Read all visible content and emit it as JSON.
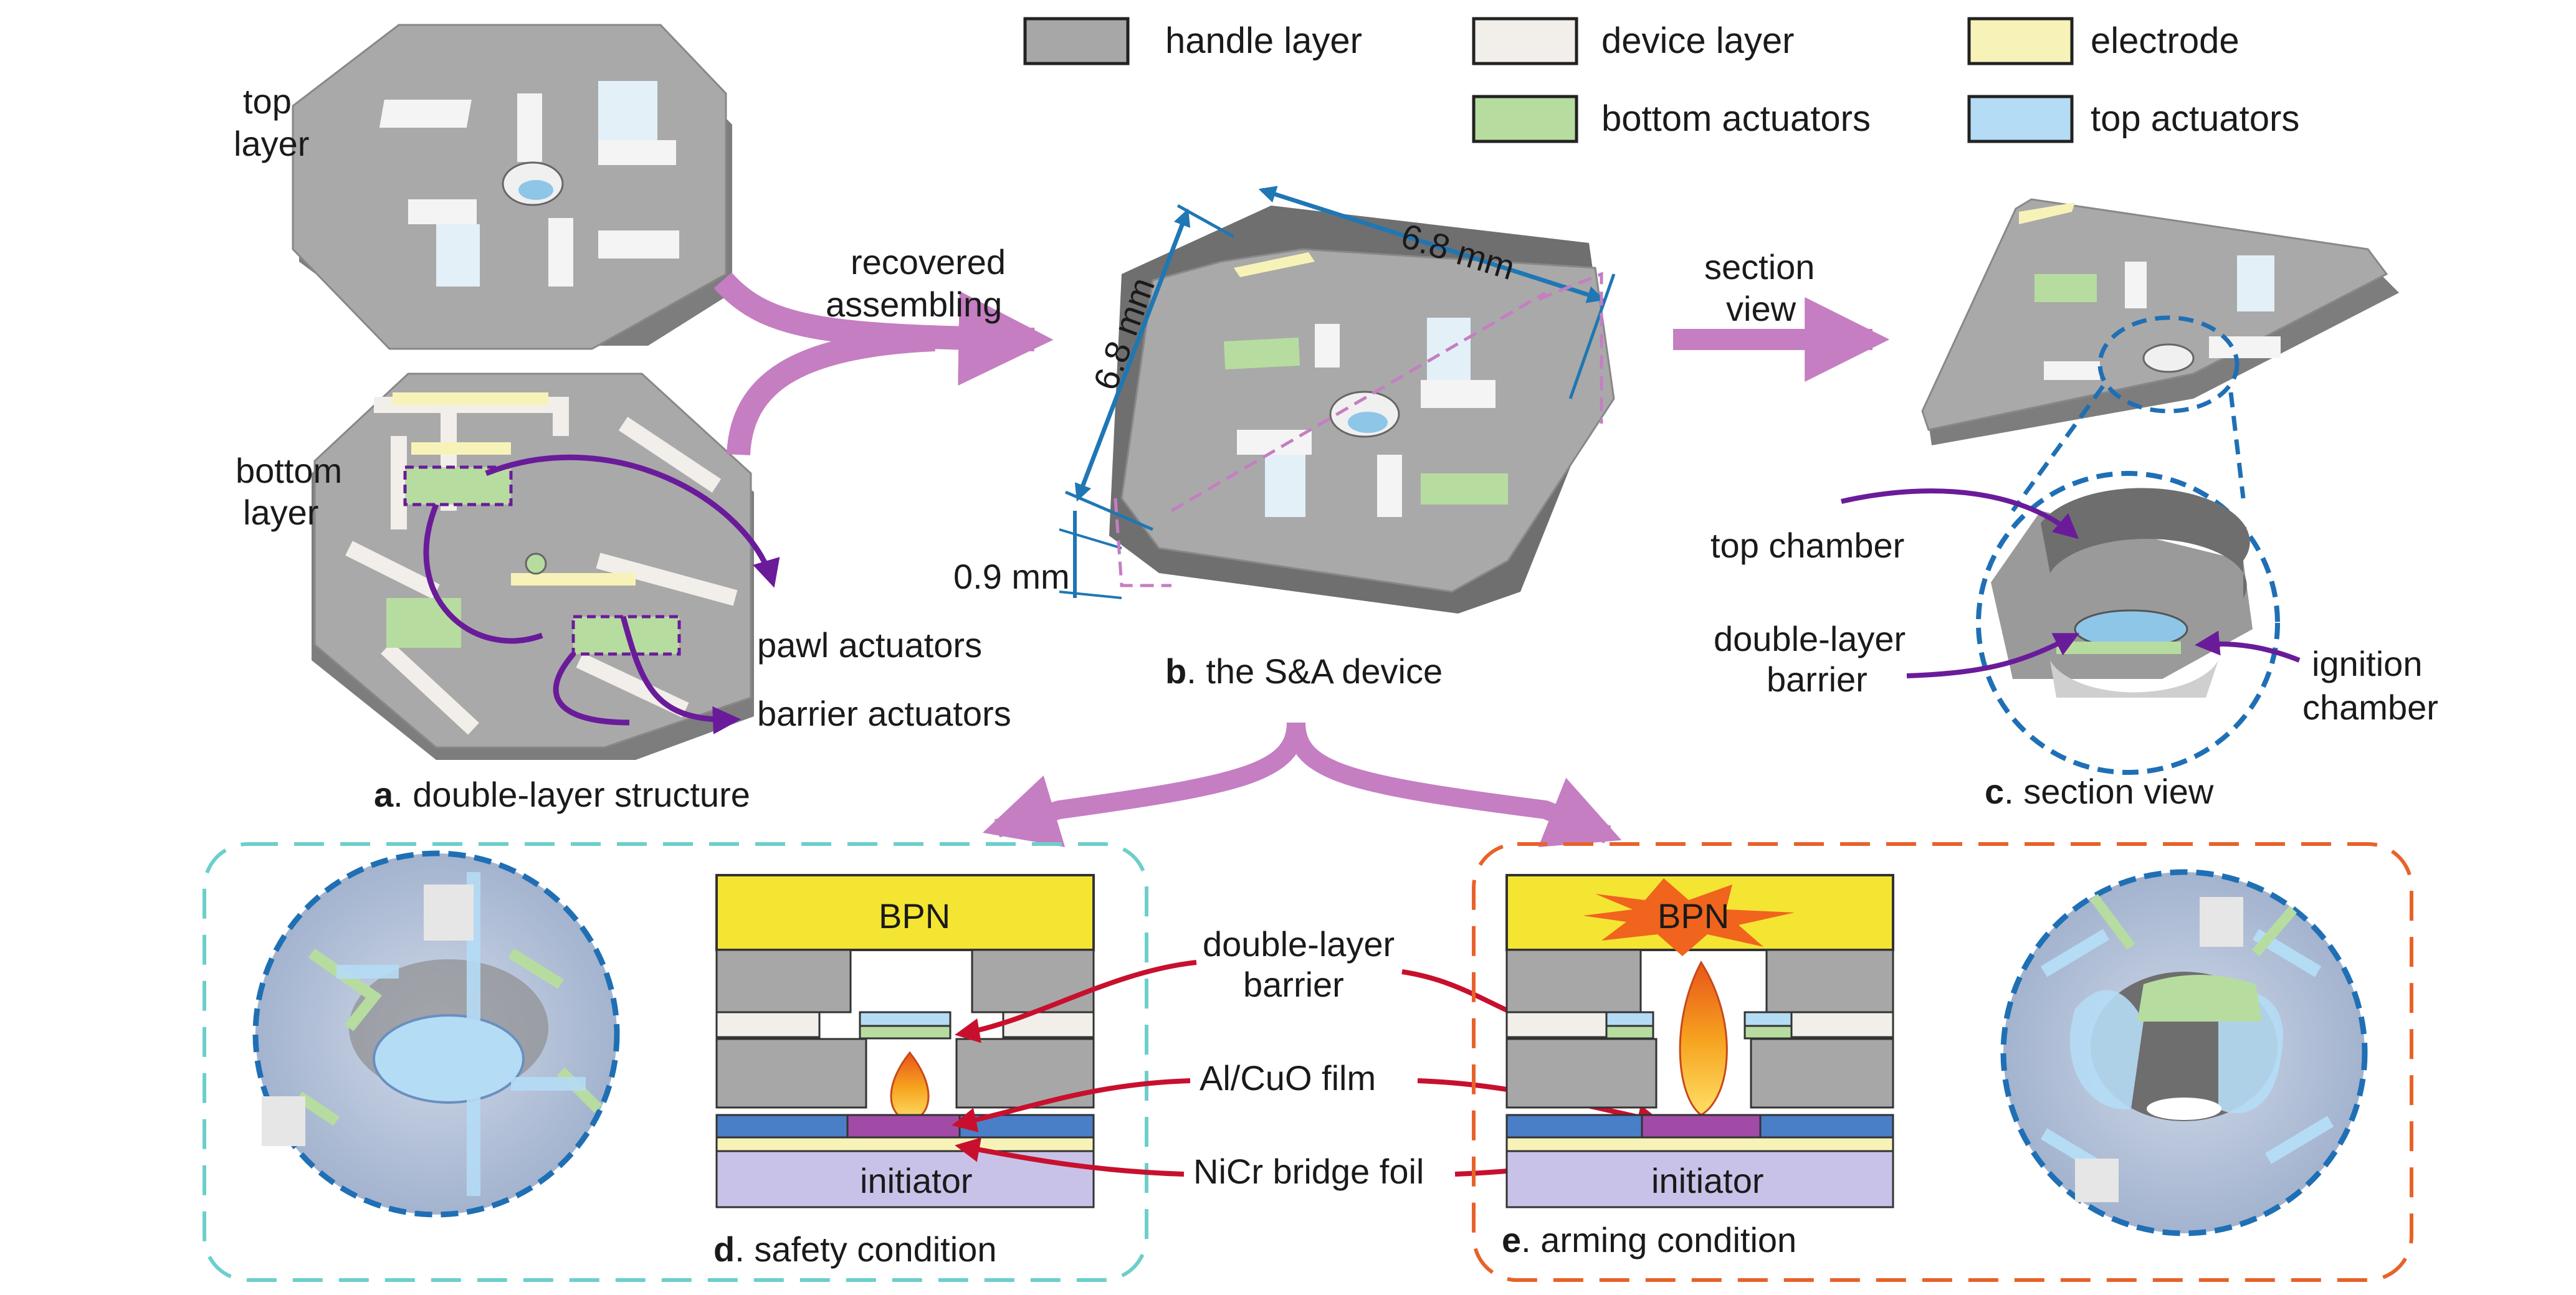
{
  "colors": {
    "handle": "#a7a7a7",
    "device": "#f2efea",
    "electrode": "#f7f3b8",
    "bottom_act": "#b7dca0",
    "top_act": "#b5dcf5",
    "purple_arrow": "#c57ec2",
    "dark_purple": "#6a1b9a",
    "blue_dim": "#1f77b4",
    "red_arrow": "#c8102e",
    "teal_box": "#6ccfcb",
    "orange_box": "#e8622a",
    "bpn": "#f4e533",
    "initiator": "#c9c2e8",
    "film_blue": "#4a7fc8",
    "film_magenta": "#a24ba6",
    "flame_yellow": "#ffd23f",
    "flame_orange": "#f08a1c",
    "burst": "#f0641e",
    "circle_dash": "#1f6fb5"
  },
  "legend": [
    {
      "label": "handle layer",
      "color_key": "handle"
    },
    {
      "label": "device layer",
      "color_key": "device"
    },
    {
      "label": "electrode",
      "color_key": "electrode"
    },
    {
      "label": "bottom actuators",
      "color_key": "bottom_act"
    },
    {
      "label": "top actuators",
      "color_key": "top_act"
    }
  ],
  "panel_a": {
    "top_label_1": "top",
    "top_label_2": "layer",
    "bottom_label_1": "bottom",
    "bottom_label_2": "layer",
    "pawl": "pawl actuators",
    "barrier": "barrier actuators",
    "caption_letter": "a",
    "caption_text": ". double-layer structure"
  },
  "arrow_ab": {
    "line1": "recovered",
    "line2": "assembling"
  },
  "panel_b": {
    "dim_width": "6.8 mm",
    "dim_height": "6.8 mm",
    "dim_thick": "0.9 mm",
    "caption_letter": "b",
    "caption_text": ". the S&A device"
  },
  "arrow_bc": {
    "line1": "section",
    "line2": "view"
  },
  "panel_c": {
    "top_chamber": "top chamber",
    "barrier_1": "double-layer",
    "barrier_2": "barrier",
    "ignition_1": "ignition",
    "ignition_2": "chamber",
    "caption_letter": "c",
    "caption_text": ". section view"
  },
  "panel_d": {
    "bpn": "BPN",
    "initiator": "initiator",
    "caption_letter": "d",
    "caption_text": ". safety condition"
  },
  "panel_e": {
    "bpn": "BPN",
    "initiator": "initiator",
    "caption_letter": "e",
    "caption_text": ". arming condition"
  },
  "center_labels": {
    "barrier_1": "double-layer",
    "barrier_2": "barrier",
    "film": "Al/CuO film",
    "bridge": "NiCr bridge foil"
  }
}
